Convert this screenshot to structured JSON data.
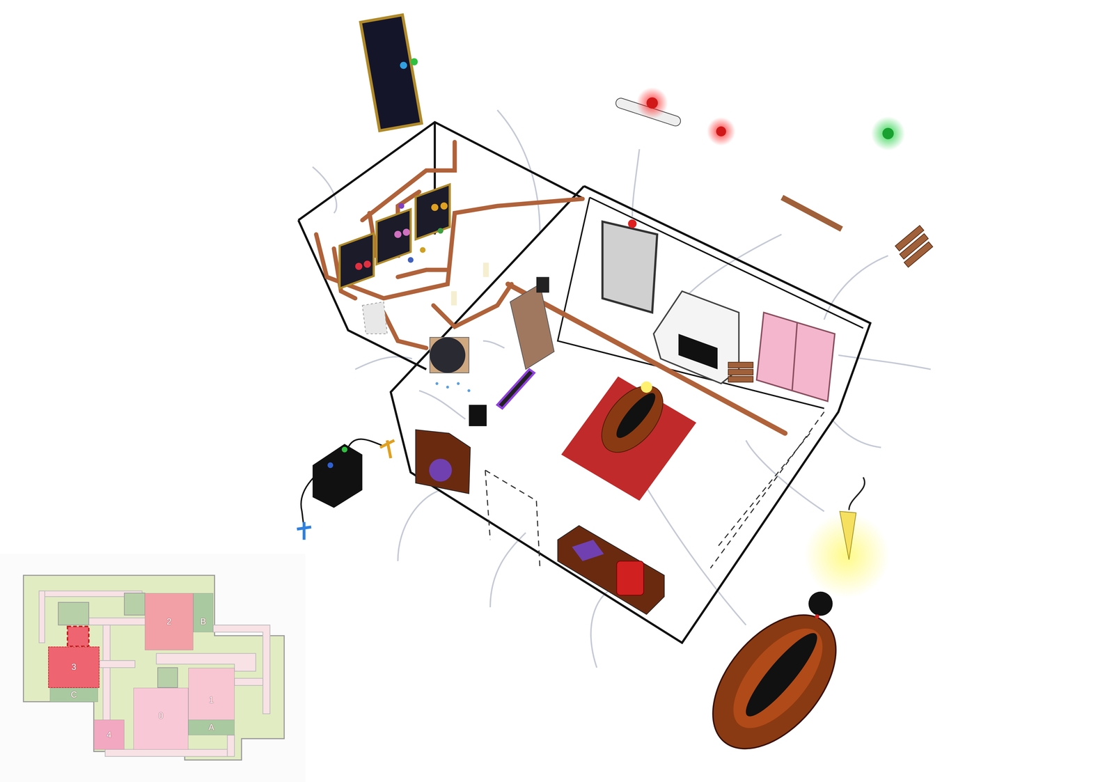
{
  "diagram": {
    "nodes": [
      {
        "text": [
          "2"
        ]
      },
      {
        "text": [
          "B"
        ]
      },
      {
        "text": [
          "3"
        ]
      },
      {
        "text": [
          "1"
        ]
      },
      {
        "text": [
          "C"
        ]
      },
      {
        "text": [
          "0"
        ]
      },
      {
        "text": [
          "A"
        ]
      },
      {
        "text": [
          "4"
        ]
      }
    ]
  }
}
